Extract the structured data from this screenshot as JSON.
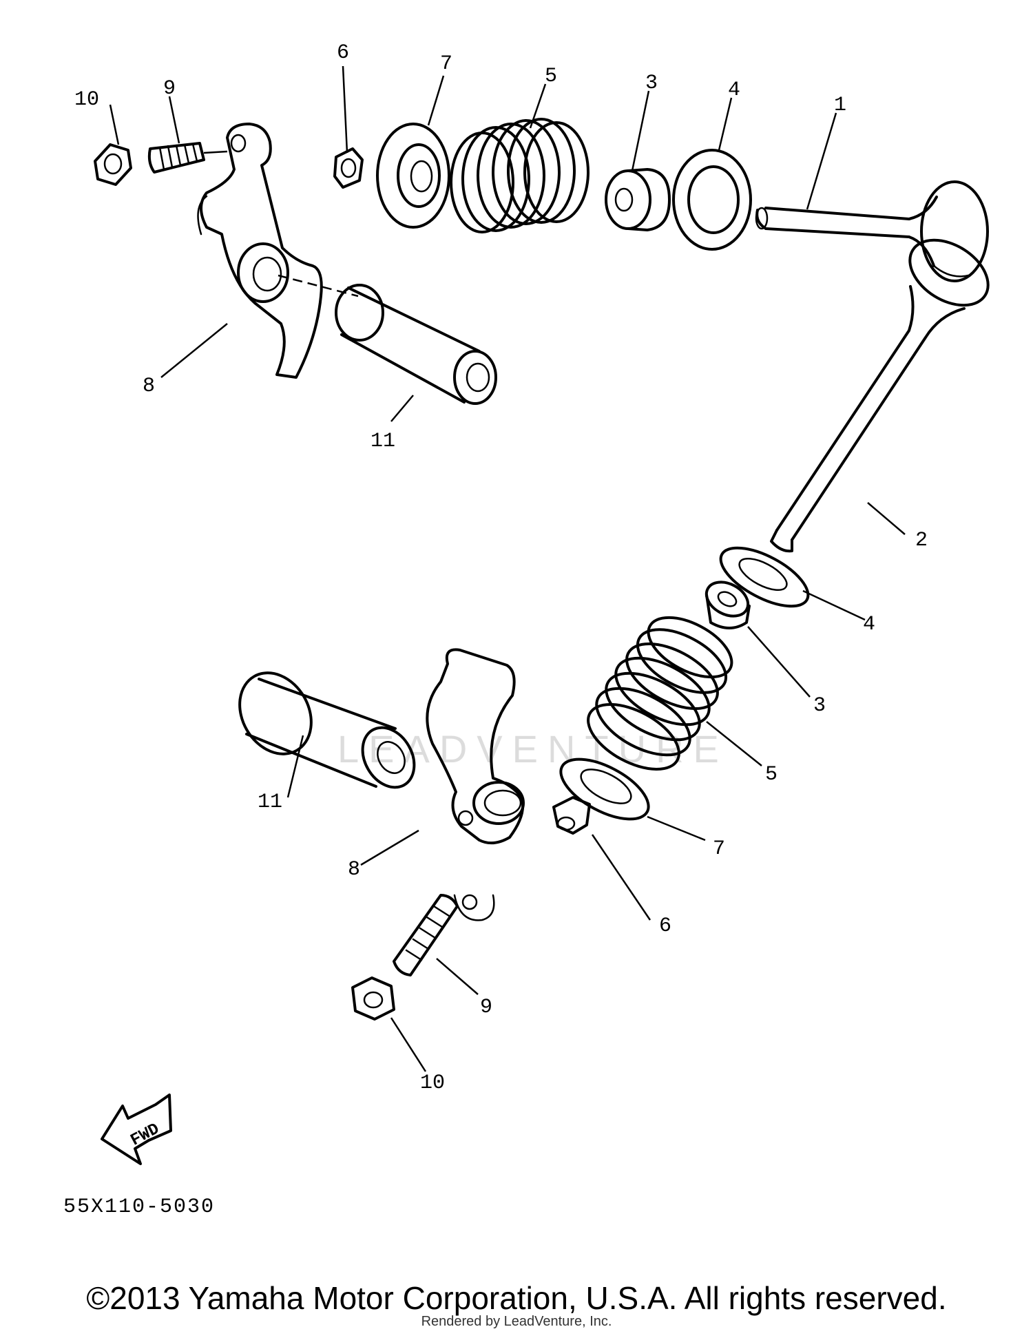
{
  "diagram": {
    "part_callouts": {
      "top_valve_assembly": [
        "1",
        "3",
        "4",
        "5",
        "6",
        "7"
      ],
      "upper_rocker_assembly": [
        "8",
        "9",
        "10",
        "11"
      ],
      "lower_valve_assembly": [
        "2",
        "3",
        "4",
        "5",
        "6",
        "7"
      ],
      "lower_rocker_assembly": [
        "8",
        "9",
        "10",
        "11"
      ]
    },
    "fwd_arrow_label": "FWD",
    "drawing_code": "55X110-5030",
    "watermark": "LEADVENTURE"
  },
  "footer": {
    "copyright": "©2013 Yamaha Motor Corporation, U.S.A. All rights reserved.",
    "rendered_by": "Rendered by LeadVenture, Inc."
  }
}
